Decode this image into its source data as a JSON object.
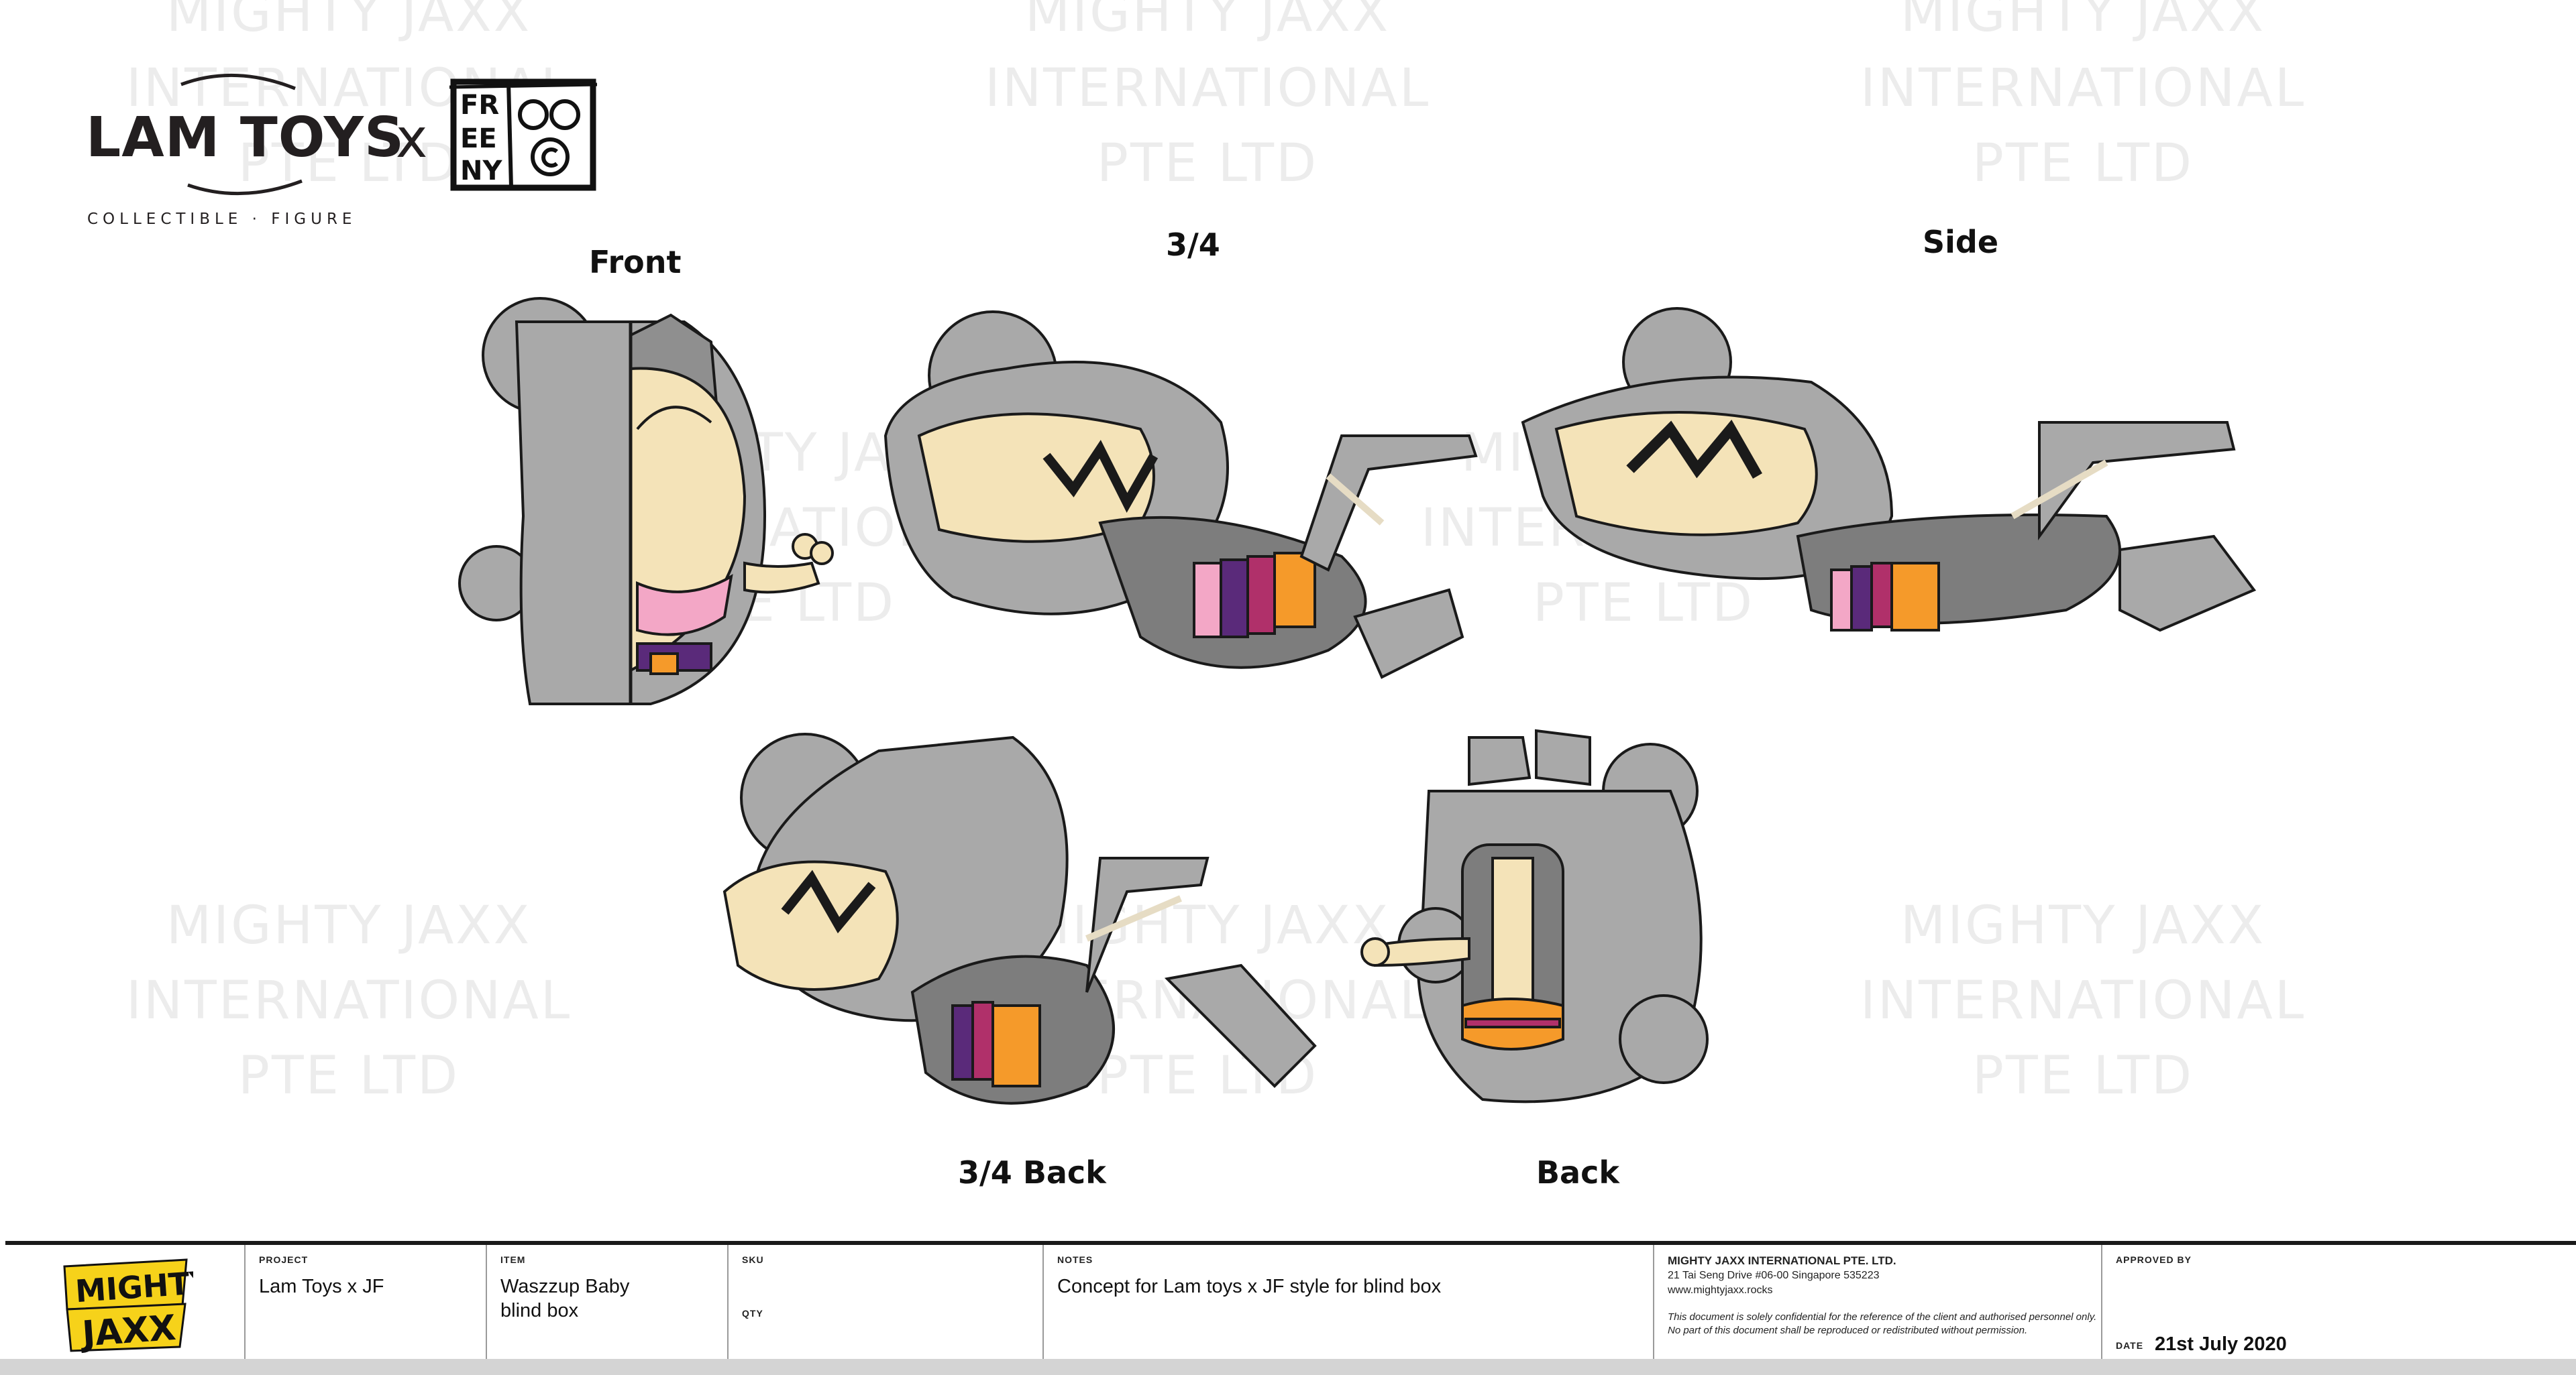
{
  "watermark": {
    "lines": [
      "MIGHTY JAXX",
      "INTERNATIONAL",
      "PTE LTD"
    ]
  },
  "header": {
    "brand_name": "LAM TOYS",
    "separator": "x",
    "subtitle": "COLLECTIBLE · FIGURE",
    "partner_logo_text": "FREENY"
  },
  "views": [
    {
      "label": "Front"
    },
    {
      "label": "3/4"
    },
    {
      "label": "Side"
    },
    {
      "label": "3/4 Back"
    },
    {
      "label": "Back"
    }
  ],
  "title_block": {
    "logo_top": "MIGHTY",
    "logo_bottom": "JAXX",
    "project_caption": "PROJECT",
    "project_value": "Lam Toys x JF",
    "item_caption": "ITEM",
    "item_line1": "Waszzup Baby",
    "item_line2": "blind box",
    "sku_caption": "SKU",
    "qty_caption": "QTY",
    "notes_caption": "NOTES",
    "notes_value": "Concept for Lam toys x JF style for blind box",
    "company_name": "MIGHTY JAXX INTERNATIONAL PTE. LTD.",
    "company_address": "21 Tai Seng Drive #06-00 Singapore 535223",
    "company_web": "www.mightyjaxx.rocks",
    "legal_text": "This document is solely confidential for the reference of the client and authorised personnel only. No part of this document shall be reproduced or redistributed without permission.",
    "approved_caption": "APPROVED BY",
    "date_caption": "DATE",
    "date_value": "21st July 2020"
  },
  "colors": {
    "figure_gray": "#a9a9a9",
    "figure_dark": "#7d7d7d",
    "skin": "#f4e3b8",
    "purple": "#5a2a7a",
    "magenta": "#b0306a",
    "orange": "#f59a2a",
    "pink": "#f3a7c6",
    "logo_yellow": "#f6d21a"
  }
}
